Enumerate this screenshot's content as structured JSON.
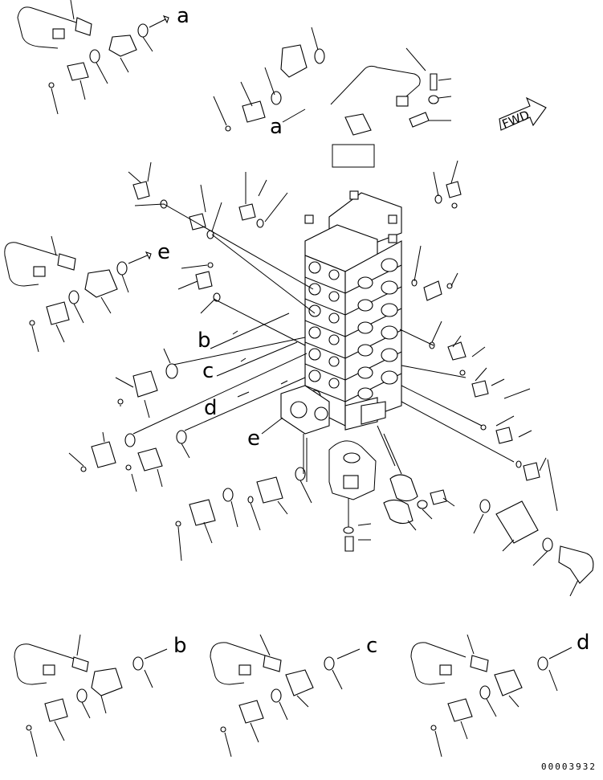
{
  "diagram": {
    "direction_label": "FWD",
    "drawing_number": "00003932",
    "callout_letters": [
      "a",
      "b",
      "c",
      "d",
      "e"
    ]
  }
}
